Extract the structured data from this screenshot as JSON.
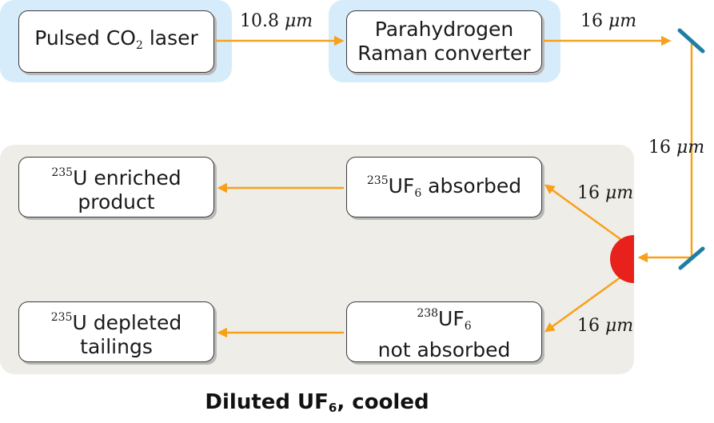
{
  "boxes": {
    "laser": {
      "pre": "Pulsed CO",
      "sub": "2",
      "post": " laser"
    },
    "raman": {
      "line1": "Parahydrogen",
      "line2": "Raman converter"
    },
    "absorbed": {
      "sup": "235",
      "main": "UF",
      "sub": "6",
      "post": " absorbed"
    },
    "not_absorbed": {
      "sup": "238",
      "main": "UF",
      "sub": "6",
      "line2": "not absorbed"
    },
    "enriched": {
      "sup": "235",
      "main": "U enriched",
      "line2": "product"
    },
    "depleted": {
      "sup": "235",
      "main": "U depleted",
      "line2": "tailings"
    }
  },
  "labels": {
    "laser_to_raman": {
      "num": "10.8 ",
      "unit": "μm"
    },
    "raman_to_mirror": {
      "num": "16 ",
      "unit": "μm"
    },
    "vertical": {
      "num": "16 ",
      "unit": "μm"
    },
    "to_absorbed": {
      "num": "16 ",
      "unit": "μm"
    },
    "to_not_absorbed": {
      "num": "16 ",
      "unit": "μm"
    }
  },
  "caption": {
    "pre": "Diluted UF",
    "sub": "6",
    "post": ", cooled"
  },
  "colors": {
    "arrow": "#f7a11a",
    "mirror": "#1f7ea5",
    "target": "#e8211c",
    "laser_panel": "#d6ecfa",
    "chamber_panel": "#efede7"
  }
}
